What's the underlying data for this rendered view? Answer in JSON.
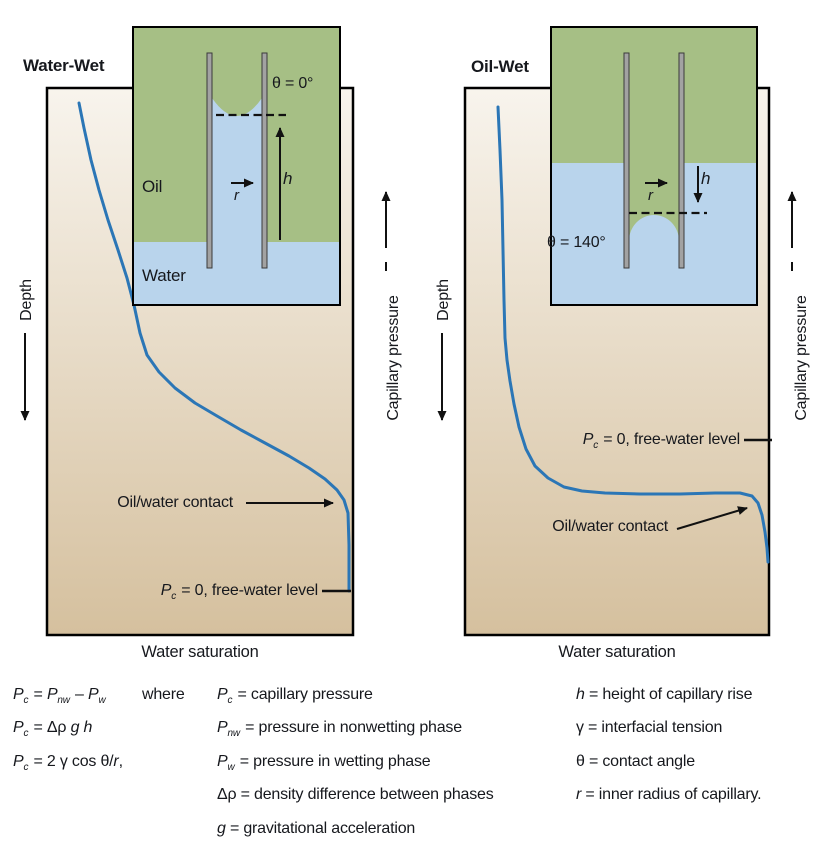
{
  "panels": {
    "left": {
      "title": "Water-Wet",
      "depth_axis": "Depth",
      "pressure_axis": "Capillary pressure",
      "x_axis": "Water saturation",
      "inset": {
        "oil": "Oil",
        "water": "Water",
        "theta": "θ = 0°",
        "r": "r",
        "h": "h"
      },
      "contact_label": "Oil/water contact",
      "fwl_label": [
        [
          "P",
          "i"
        ],
        [
          "c",
          "sub"
        ],
        [
          " = 0, free-water level",
          ""
        ]
      ],
      "curve_points": [
        [
          79,
          103
        ],
        [
          84,
          128
        ],
        [
          91,
          160
        ],
        [
          99,
          190
        ],
        [
          108,
          220
        ],
        [
          118,
          250
        ],
        [
          127,
          278
        ],
        [
          134,
          305
        ],
        [
          140,
          333
        ],
        [
          147,
          355
        ],
        [
          159,
          372
        ],
        [
          175,
          388
        ],
        [
          195,
          403
        ],
        [
          217,
          416
        ],
        [
          241,
          430
        ],
        [
          265,
          443
        ],
        [
          289,
          456
        ],
        [
          309,
          468
        ],
        [
          325,
          479
        ],
        [
          337,
          490
        ],
        [
          344,
          500
        ],
        [
          348,
          513
        ],
        [
          349,
          545
        ],
        [
          349,
          591
        ]
      ]
    },
    "right": {
      "title": "Oil-Wet",
      "depth_axis": "Depth",
      "pressure_axis": "Capillary pressure",
      "x_axis": "Water saturation",
      "inset": {
        "theta": "θ = 140°",
        "r": "r",
        "h": "h"
      },
      "contact_label": "Oil/water contact",
      "fwl_label": [
        [
          "P",
          "i"
        ],
        [
          "c",
          "sub"
        ],
        [
          " = 0, free-water level",
          ""
        ]
      ],
      "curve_points": [
        [
          498,
          107
        ],
        [
          500,
          150
        ],
        [
          502,
          200
        ],
        [
          503,
          250
        ],
        [
          504,
          300
        ],
        [
          505,
          338
        ],
        [
          507,
          360
        ],
        [
          510,
          381
        ],
        [
          514,
          404
        ],
        [
          519,
          427
        ],
        [
          526,
          449
        ],
        [
          535,
          466
        ],
        [
          548,
          478
        ],
        [
          564,
          487
        ],
        [
          582,
          491
        ],
        [
          605,
          493
        ],
        [
          640,
          494
        ],
        [
          680,
          494
        ],
        [
          715,
          493
        ],
        [
          740,
          493
        ],
        [
          752,
          496
        ],
        [
          758,
          503
        ],
        [
          762,
          515
        ],
        [
          765,
          532
        ],
        [
          767,
          548
        ],
        [
          768,
          562
        ]
      ]
    }
  },
  "equations": {
    "where": "where",
    "formulas": [
      [
        [
          "P",
          "i"
        ],
        [
          "c",
          "sub"
        ],
        [
          " = ",
          ""
        ],
        [
          "P",
          "i"
        ],
        [
          "nw",
          "sub"
        ],
        [
          " – ",
          ""
        ],
        [
          "P",
          "i"
        ],
        [
          "w",
          "sub"
        ]
      ],
      [
        [
          "P",
          "i"
        ],
        [
          "c",
          "sub"
        ],
        [
          " = Δρ ",
          ""
        ],
        [
          "g h",
          "i"
        ]
      ],
      [
        [
          "P",
          "i"
        ],
        [
          "c",
          "sub"
        ],
        [
          " = 2 γ cos θ/",
          ""
        ],
        [
          "r",
          "i"
        ],
        [
          ",",
          ""
        ]
      ]
    ],
    "definitions": [
      [
        [
          "P",
          "i"
        ],
        [
          "c",
          "sub"
        ],
        [
          " = capillary pressure",
          ""
        ]
      ],
      [
        [
          "P",
          "i"
        ],
        [
          "nw",
          "sub"
        ],
        [
          " = pressure in nonwetting phase",
          ""
        ]
      ],
      [
        [
          "P",
          "i"
        ],
        [
          "w",
          "sub"
        ],
        [
          " = pressure in wetting phase",
          ""
        ]
      ],
      [
        [
          "Δρ = density difference between phases",
          ""
        ]
      ],
      [
        [
          "g",
          "i"
        ],
        [
          " = gravitational acceleration",
          ""
        ]
      ]
    ],
    "definitions2": [
      [
        [
          "h",
          "i"
        ],
        [
          " = height of capillary rise",
          ""
        ]
      ],
      [
        [
          "γ = interfacial tension",
          ""
        ]
      ],
      [
        [
          "θ = contact angle",
          ""
        ]
      ],
      [
        [
          "r",
          "i"
        ],
        [
          " = inner radius of capillary.",
          ""
        ]
      ]
    ]
  },
  "colors": {
    "curve_blue": "#2b76b6",
    "oil_green": "#a6bf85",
    "water_blue": "#b9d4ec",
    "tube_gray": "#a2a2a2",
    "plot_gradient_top": "#f8f4ed",
    "plot_gradient_bottom": "#d5c09e",
    "ink": "#16181d"
  }
}
